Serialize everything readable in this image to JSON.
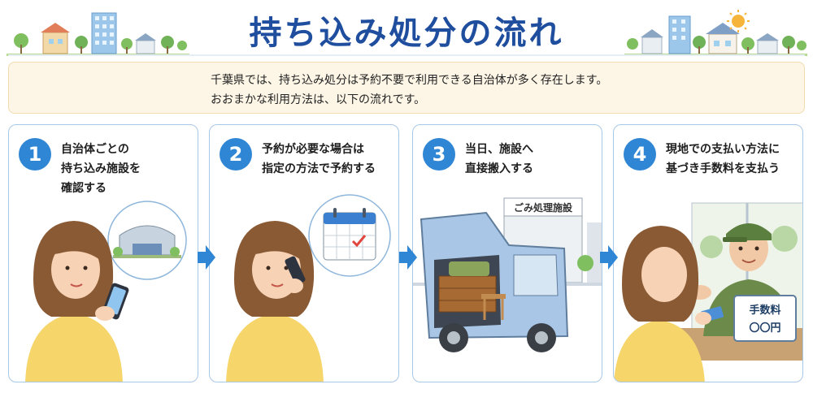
{
  "header": {
    "title": "持ち込み処分の流れ"
  },
  "notice": {
    "line1": "千葉県では、持ち込み処分は予約不要で利用できる自治体が多く存在します。",
    "line2": "おおまかな利用方法は、以下の流れです。"
  },
  "steps": [
    {
      "number": "1",
      "lines": [
        "自治体ごとの",
        "持ち込み施設を",
        "確認する"
      ]
    },
    {
      "number": "2",
      "lines": [
        "予約が必要な場合は",
        "指定の方法で予約する"
      ]
    },
    {
      "number": "3",
      "lines": [
        "当日、施設へ",
        "直接搬入する"
      ]
    },
    {
      "number": "4",
      "lines": [
        "現地での支払い方法に",
        "基づき手数料を支払う"
      ]
    }
  ],
  "facility_sign": "ごみ処理施設",
  "fee_sign": {
    "line1": "手数料",
    "line2": "〇〇円"
  },
  "colors": {
    "title": "#1f4e9e",
    "badge": "#2f86d4",
    "card_border": "#a9c8e6",
    "notice_bg": "#fdf6e6",
    "arrow": "#2f86d4"
  }
}
